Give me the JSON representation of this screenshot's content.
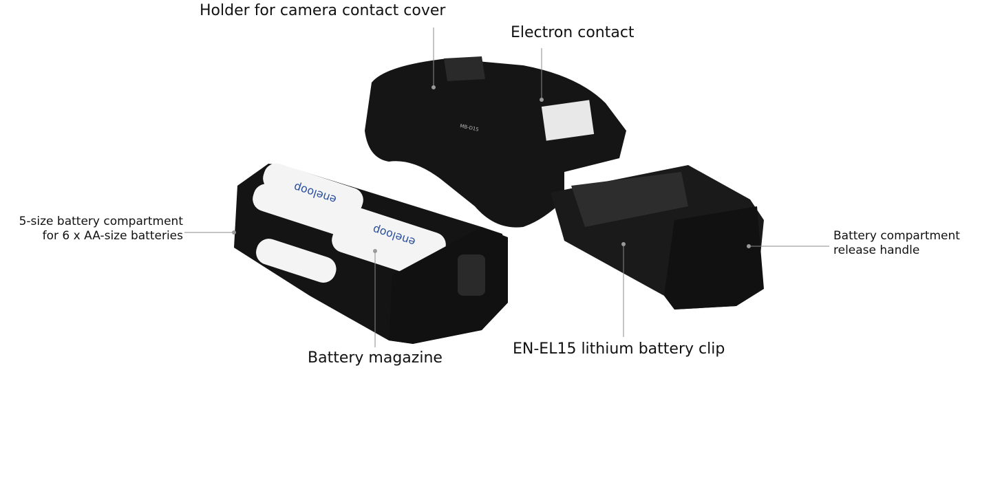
{
  "labels": {
    "holder": "Holder for camera contact cover",
    "electron": "Electron contact",
    "compartment_line1": "5-size battery compartment",
    "compartment_line2": "for 6 x AA-size batteries",
    "magazine": "Battery magazine",
    "clip": "EN-EL15 lithium battery clip",
    "release_line1": "Battery compartment",
    "release_line2": "release handle"
  },
  "product": {
    "model": "MB-D15",
    "battery_brand": "eneloop"
  },
  "colors": {
    "body": "#151515",
    "callout_line": "#8a8a8a",
    "battery": "#f4f4f4",
    "battery_text": "#2a4f9e"
  }
}
